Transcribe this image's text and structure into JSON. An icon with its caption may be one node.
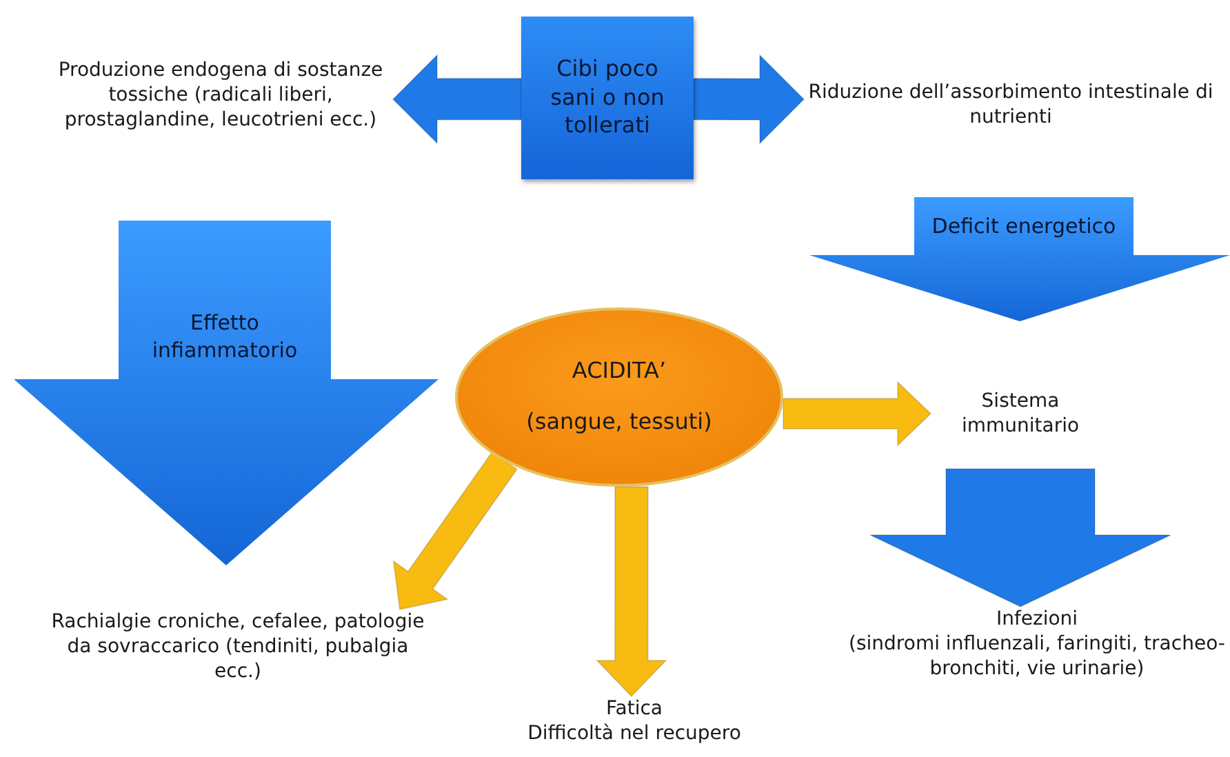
{
  "diagram": {
    "nodes": [
      {
        "text": [
          "Cibi poco sani o non tollerati"
        ]
      },
      {
        "text": [
          "Produzione endogena di sostanze tossiche (radicali liberi, prostaglandine, leucotrieni ecc.)"
        ]
      },
      {
        "text": [
          "Riduzione dell’assorbimento intestinale di nutrienti"
        ]
      },
      {
        "text": [
          "Deficit energetico"
        ]
      },
      {
        "text": [
          "Effetto infiammatorio"
        ]
      },
      {
        "text": [
          "ACIDITA’",
          "(sangue, tessuti)"
        ]
      },
      {
        "text": [
          "Sistema immunitario"
        ]
      },
      {
        "text": [
          "Rachialgie croniche, cefalee, patologie da sovraccarico (tendiniti, pubalgia ecc.)"
        ]
      },
      {
        "text": [
          "Fatica",
          "Difficoltà nel recupero"
        ]
      },
      {
        "text": [
          "Infezioni",
          "(sindromi influenzali, faringiti, tracheo-bronchiti, vie urinarie)"
        ]
      }
    ],
    "edges": [
      {
        "from": 0,
        "to": 1,
        "arrow": "to",
        "style": "thick",
        "color": "#1f7ae8"
      },
      {
        "from": 0,
        "to": 2,
        "arrow": "to",
        "style": "thick",
        "color": "#1f7ae8"
      },
      {
        "from": 5,
        "to": 6,
        "arrow": "to",
        "style": "thick",
        "color": "#f7bb12"
      },
      {
        "from": 5,
        "to": 7,
        "arrow": "to",
        "style": "thick",
        "color": "#f7bb12"
      },
      {
        "from": 5,
        "to": 8,
        "arrow": "to",
        "style": "thick",
        "color": "#f7bb12"
      },
      {
        "from": 6,
        "to": 9,
        "arrow": "to",
        "style": "thick",
        "color": "#1f7ae8"
      }
    ]
  }
}
